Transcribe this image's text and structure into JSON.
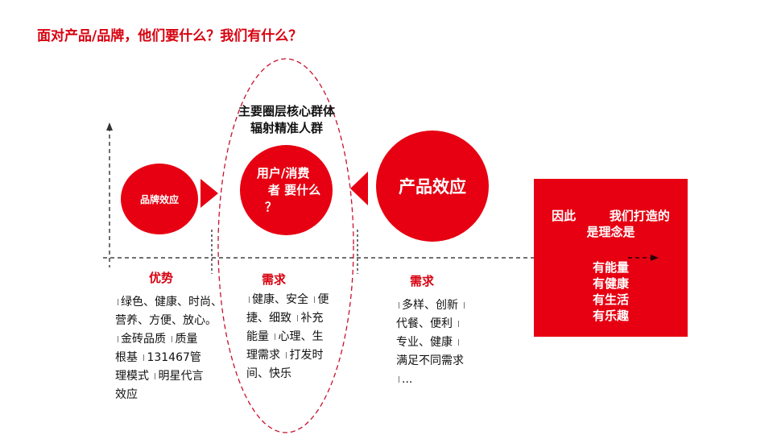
{
  "title": "面对产品/品牌，他们要什么？我们有什么？",
  "ring": {
    "label_line1": "主要圈层核心群体",
    "label_line2": "辐射精准人群"
  },
  "circles": {
    "brand": "品牌效应",
    "user_line1": "用户/消费",
    "user_line2": "者  要什么",
    "user_line3": "？",
    "product": "产品效应"
  },
  "conclusion": {
    "head_line1": "因此        我们打造的",
    "head_line2": "是理念是",
    "items": [
      "有能量",
      "有健康",
      "有生活",
      "有乐趣"
    ]
  },
  "columns": [
    {
      "title": "优势",
      "lines": [
        "绿色、健康、时尚、",
        "营养、方便、放心。",
        "金砖品质",
        "质量",
        "根基",
        "131467管",
        "理模式",
        "明星代言",
        "效应"
      ]
    },
    {
      "title": "需求",
      "lines": [
        "健康、安全",
        "便",
        "捷、细致",
        "补充",
        "能量",
        "心理、生",
        "理需求",
        "打发时",
        "间、快乐"
      ]
    },
    {
      "title": "需求",
      "lines": [
        "多样、创新",
        "代餐、便利",
        "专业、健康",
        "满足不同需求",
        "..."
      ]
    }
  ],
  "colors": {
    "accent": "#e60012",
    "title": "#d7000f",
    "axis": "#707070"
  }
}
